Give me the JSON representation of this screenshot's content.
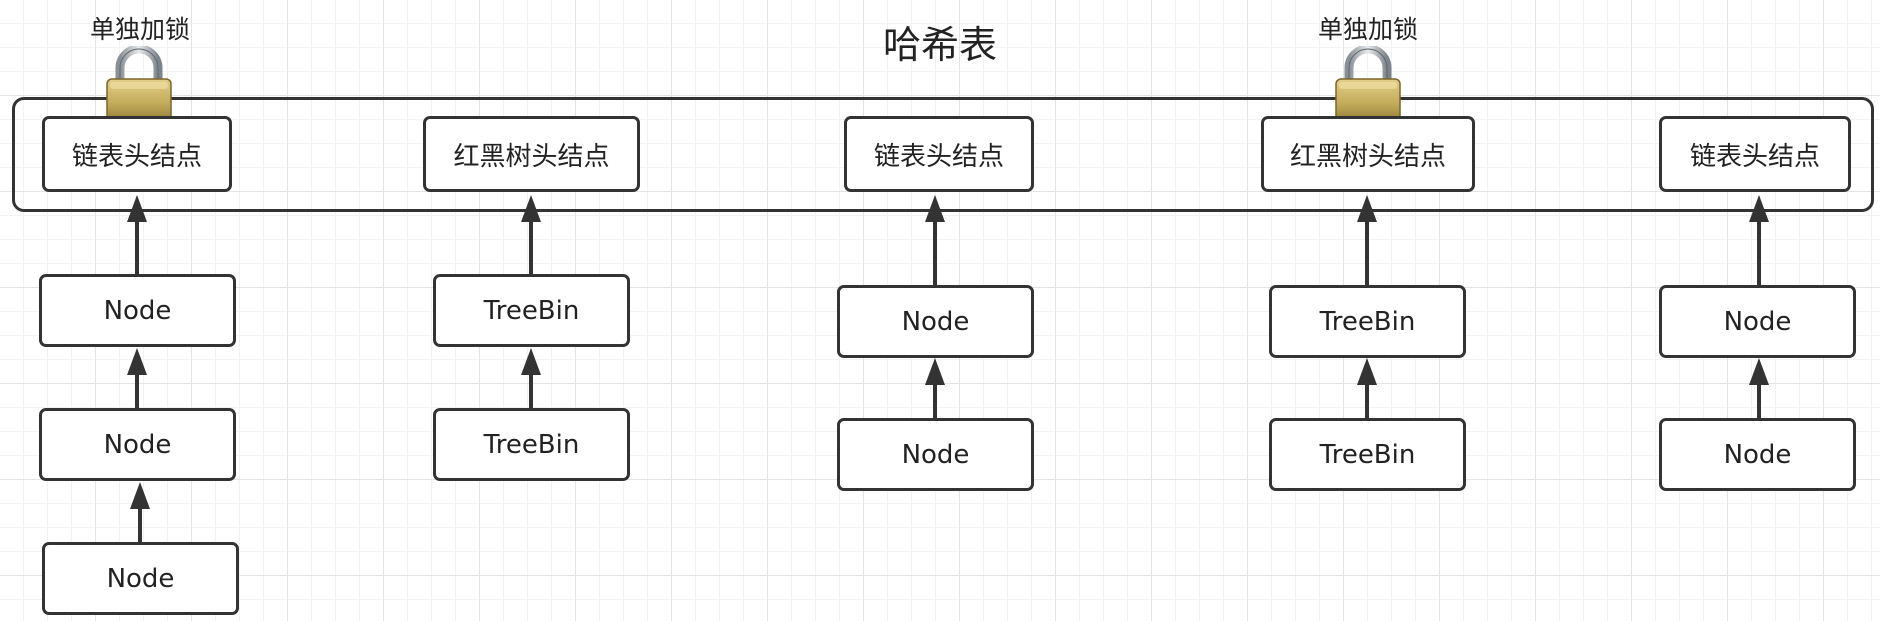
{
  "title": "哈希表",
  "lock_label": "单独加锁",
  "buckets": [
    {
      "head": "链表头结点",
      "nodes": [
        "Node",
        "Node",
        "Node"
      ],
      "locked": true
    },
    {
      "head": "红黑树头结点",
      "nodes": [
        "TreeBin",
        "TreeBin"
      ],
      "locked": false
    },
    {
      "head": "链表头结点",
      "nodes": [
        "Node",
        "Node"
      ],
      "locked": false
    },
    {
      "head": "红黑树头结点",
      "nodes": [
        "TreeBin",
        "TreeBin"
      ],
      "locked": true
    },
    {
      "head": "链表头结点",
      "nodes": [
        "Node",
        "Node"
      ],
      "locked": false
    }
  ]
}
